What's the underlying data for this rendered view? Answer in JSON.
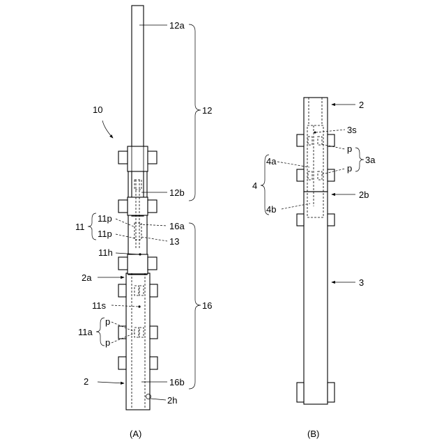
{
  "figure_a": {
    "caption": "(A)",
    "labels": {
      "n10": "10",
      "n12a": "12a",
      "n12": "12",
      "n12b": "12b",
      "n11": "11",
      "n11p_1": "11p",
      "n11p_2": "11p",
      "n16a": "16a",
      "n13": "13",
      "n11h": "11h",
      "n2a": "2a",
      "n11s": "11s",
      "n16": "16",
      "n11a": "11a",
      "p_1": "p",
      "p_2": "p",
      "n2": "2",
      "n16b": "16b",
      "n2h": "2h"
    }
  },
  "figure_b": {
    "caption": "(B)",
    "labels": {
      "n2": "2",
      "n3s": "3s",
      "n4a": "4a",
      "p_1": "p",
      "n3a": "3a",
      "p_2": "p",
      "n4": "4",
      "n2b": "2b",
      "n4b": "4b",
      "n3": "3"
    }
  }
}
